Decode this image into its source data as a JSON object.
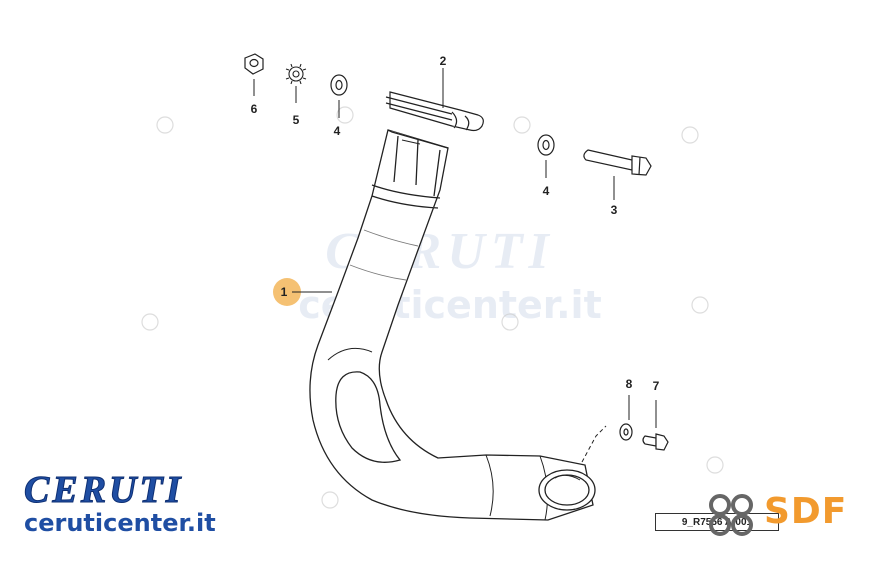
{
  "callouts": {
    "c1": "1",
    "c2": "2",
    "c3": "3",
    "c4a": "4",
    "c4b": "4",
    "c5": "5",
    "c6": "6",
    "c7": "7",
    "c8": "8"
  },
  "watermark": {
    "brand": "CERUTI",
    "url": "ceruticenter.it"
  },
  "brand": {
    "name": "CERUTI",
    "url": "ceruticenter.it",
    "logo": "SDF"
  },
  "drawing_code": "9_R7556      A-001",
  "colors": {
    "ceruti_blue": "#1f4ea3",
    "sdf_orange": "#f29a2e",
    "highlight": "#f3b65a"
  }
}
